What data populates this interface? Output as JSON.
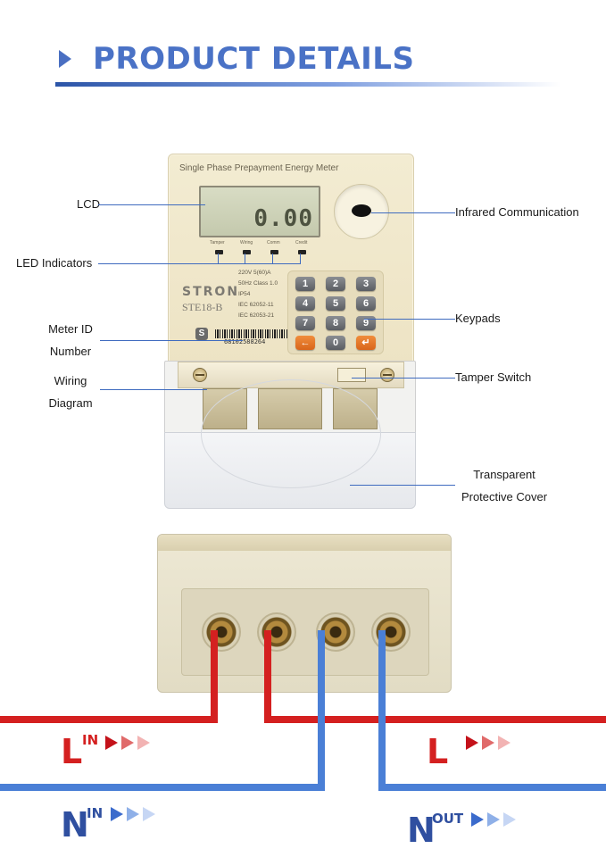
{
  "header": {
    "title": "PRODUCT DETAILS"
  },
  "meter": {
    "title": "Single Phase Prepayment Energy Meter",
    "lcd_reading": "0.00",
    "led_labels": [
      "Tamper",
      "Wiring",
      "Comm",
      "Credit"
    ],
    "brand": "STRON",
    "model": "STE18-B",
    "specs": [
      "220V 5(60)A",
      "50Hz Class 1.0",
      "IP54",
      "IEC 62052-11",
      "IEC 62053-21"
    ],
    "serial": "68102588264",
    "logo_letter": "S",
    "keys": [
      "1",
      "2",
      "3",
      "4",
      "5",
      "6",
      "7",
      "8",
      "9",
      "←",
      "0",
      "↵"
    ]
  },
  "callouts": {
    "lcd": "LCD",
    "led_indicators": "LED Indicators",
    "meter_id_line1": "Meter ID",
    "meter_id_line2": "Number",
    "wiring_line1": "Wiring",
    "wiring_line2": "Diagram",
    "infrared": "Infrared Communication",
    "keypads": "Keypads",
    "tamper": "Tamper Switch",
    "cover_line1": "Transparent",
    "cover_line2": "Protective Cover"
  },
  "wiring": {
    "l_in_letter": "L",
    "l_in_sup": "IN",
    "l_out_letter": "L",
    "n_in_letter": "N",
    "n_in_sup": "IN",
    "n_out_letter": "N",
    "n_out_sup": "OUT"
  },
  "colors": {
    "title_blue": "#4a72c6",
    "line_red": "#d42020",
    "line_blue": "#4a7fd6"
  }
}
